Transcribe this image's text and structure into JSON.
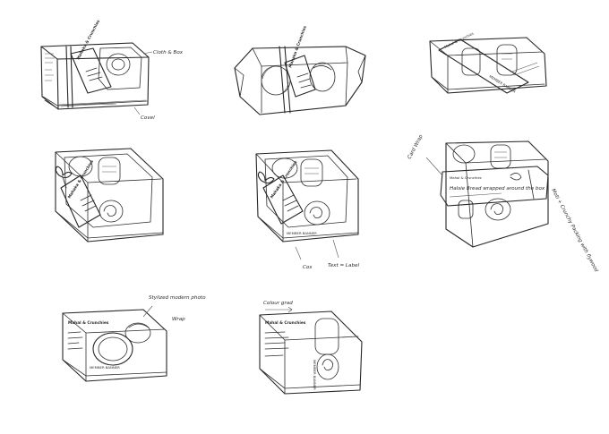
{
  "sheet": {
    "title": "",
    "background": "#ffffff",
    "ink_color": "#262626"
  },
  "annotations": {
    "s1_top": "Cloth & Box",
    "s1_bottom": "Covel",
    "s5_bottom_left": "Cos",
    "s5_bottom_right": "Text = Label",
    "s6_left": "Card Wrap",
    "s6_band": "Halsie Bread wrapped around the box",
    "s6_right": "Moti + Crunchy Packing with flywood",
    "s7_top": "Stylized modern photo",
    "s7_side": "Wrap",
    "s8_top": "Colour grad"
  },
  "labels": {
    "brand_tag": "Mahaka & Crunchies",
    "brand_short": "Mahal & Crunchies",
    "strip": "MEMBER BANNER"
  }
}
